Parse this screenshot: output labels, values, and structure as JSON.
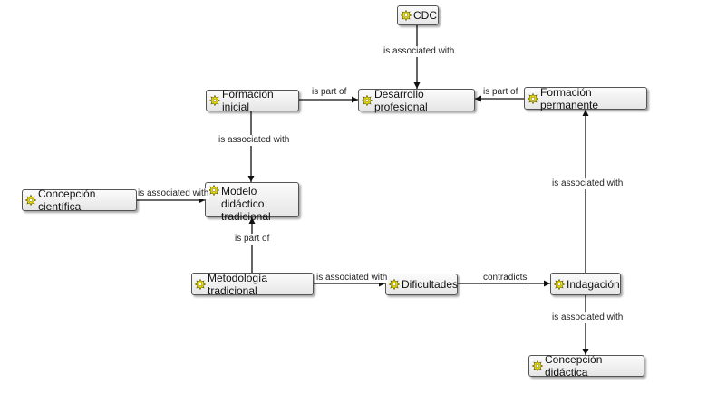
{
  "diagram": {
    "colors": {
      "node_icon": "#f2e600",
      "edge": "#111111",
      "node_border": "#555555"
    },
    "nodes": [
      {
        "id": "cdc",
        "label": "CDC",
        "icon": "concept-icon"
      },
      {
        "id": "formacion_inicial",
        "label": "Formación inicial",
        "icon": "concept-icon"
      },
      {
        "id": "desarrollo_profesional",
        "label": "Desarrollo profesional",
        "icon": "concept-icon"
      },
      {
        "id": "formacion_permanente",
        "label": "Formación permanente",
        "icon": "concept-icon"
      },
      {
        "id": "concepcion_cientifica",
        "label": "Concepción científica",
        "icon": "concept-icon"
      },
      {
        "id": "modelo_didactico",
        "label": "Modelo didáctico\ntradicional",
        "icon": "concept-icon"
      },
      {
        "id": "metodologia_tradicional",
        "label": "Metodología tradicional",
        "icon": "concept-icon"
      },
      {
        "id": "dificultades",
        "label": "Dificultades",
        "icon": "concept-icon"
      },
      {
        "id": "indagacion",
        "label": "Indagación",
        "icon": "concept-icon"
      },
      {
        "id": "concepcion_didactica",
        "label": "Concepción didáctica",
        "icon": "concept-icon"
      }
    ],
    "edges": [
      {
        "from": "cdc",
        "to": "desarrollo_profesional",
        "label": "is associated with"
      },
      {
        "from": "formacion_inicial",
        "to": "desarrollo_profesional",
        "label": "is part of"
      },
      {
        "from": "formacion_permanente",
        "to": "desarrollo_profesional",
        "label": "is part of"
      },
      {
        "from": "formacion_inicial",
        "to": "modelo_didactico",
        "label": "is associated with"
      },
      {
        "from": "concepcion_cientifica",
        "to": "modelo_didactico",
        "label": "is associated with"
      },
      {
        "from": "metodologia_tradicional",
        "to": "modelo_didactico",
        "label": "is part of"
      },
      {
        "from": "metodologia_tradicional",
        "to": "dificultades",
        "label": "is associated with"
      },
      {
        "from": "dificultades",
        "to": "indagacion",
        "label": "contradicts"
      },
      {
        "from": "indagacion",
        "to": "formacion_permanente",
        "label": "is associated with"
      },
      {
        "from": "indagacion",
        "to": "concepcion_didactica",
        "label": "is associated with"
      }
    ]
  }
}
